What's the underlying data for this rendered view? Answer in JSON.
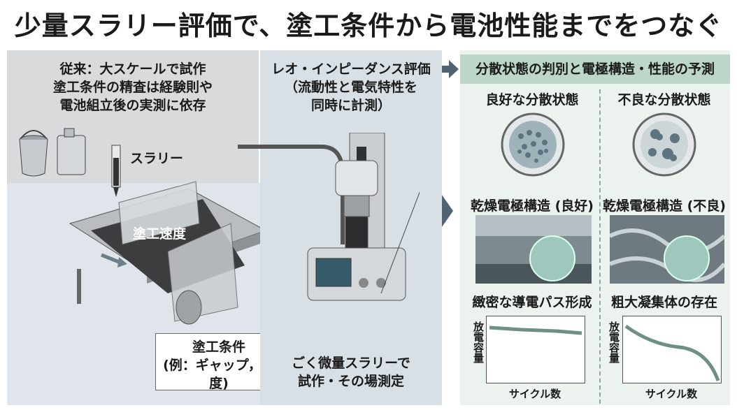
{
  "title": "少量スラリー評価で、塗工条件から電池性能までをつなぐ",
  "left": {
    "heading_lines": [
      "従来：大スケールで試作",
      "塗工条件の精査は経験則や",
      "電池組立後の実測に依存"
    ],
    "slurry_label": "スラリー",
    "speed_label": "塗工速度",
    "condition_lines": [
      "塗工条件",
      "(例：ギャップ，速度)"
    ]
  },
  "middle": {
    "heading_lines": [
      "レオ・インピーダンス評価",
      "（流動性と電気特性を",
      "同時に計測）"
    ],
    "footer_lines": [
      "ごく微量スラリーで",
      "試作・その場測定"
    ]
  },
  "right": {
    "heading": "分散状態の判別と電極構造・性能の予測",
    "good": {
      "state": "良好な分散状態",
      "structure": "乾燥電極構造 (良好)",
      "path": "緻密な導電パス形成",
      "y_label": "放電容量",
      "x_label": "サイクル数"
    },
    "bad": {
      "state": "不良な分散状態",
      "structure": "乾燥電極構造 (不良)",
      "path": "粗大凝集体の存在",
      "y_label": "放電容量",
      "x_label": "サイクル数"
    }
  },
  "colors": {
    "arrow": "#4f6470",
    "right_head": "#bcd6c7",
    "curve": "#6f8f86"
  }
}
